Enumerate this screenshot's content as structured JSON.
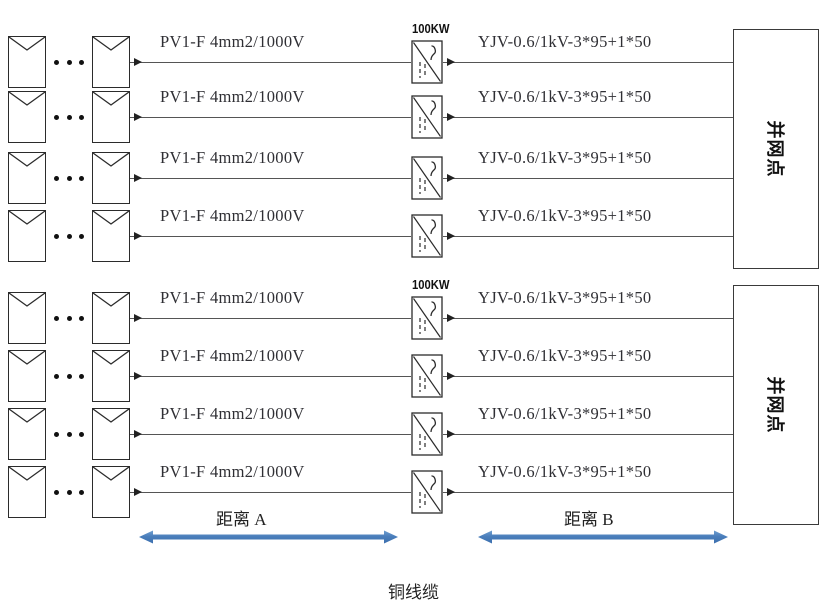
{
  "diagram": {
    "footer_caption": "铜线缆",
    "dc_cable_label": "PV1-F  4mm2/1000V",
    "ac_cable_label": "YJV-0.6/1kV-3*95+1*50",
    "inverter_rating": "100KW",
    "grid_point_label": "并网点",
    "distance_a_label": "距离 A",
    "distance_b_label": "距离 B",
    "arrow_color": "#4a7ebb",
    "line_color": "#555555",
    "outline_color": "#2b2b2b",
    "text_color": "#2f2f34",
    "groups": [
      {
        "name": "group-1",
        "inverter_rating": "100KW",
        "grid_point_label": "并网点",
        "strings": [
          {
            "dc_label": "PV1-F  4mm2/1000V",
            "ac_label": "YJV-0.6/1kV-3*95+1*50"
          },
          {
            "dc_label": "PV1-F  4mm2/1000V",
            "ac_label": "YJV-0.6/1kV-3*95+1*50"
          },
          {
            "dc_label": "PV1-F  4mm2/1000V",
            "ac_label": "YJV-0.6/1kV-3*95+1*50"
          },
          {
            "dc_label": "PV1-F  4mm2/1000V",
            "ac_label": "YJV-0.6/1kV-3*95+1*50"
          }
        ]
      },
      {
        "name": "group-2",
        "inverter_rating": "100KW",
        "grid_point_label": "并网点",
        "strings": [
          {
            "dc_label": "PV1-F  4mm2/1000V",
            "ac_label": "YJV-0.6/1kV-3*95+1*50"
          },
          {
            "dc_label": "PV1-F  4mm2/1000V",
            "ac_label": "YJV-0.6/1kV-3*95+1*50"
          },
          {
            "dc_label": "PV1-F  4mm2/1000V",
            "ac_label": "YJV-0.6/1kV-3*95+1*50"
          },
          {
            "dc_label": "PV1-F  4mm2/1000V",
            "ac_label": "YJV-0.6/1kV-3*95+1*50"
          }
        ]
      }
    ]
  }
}
